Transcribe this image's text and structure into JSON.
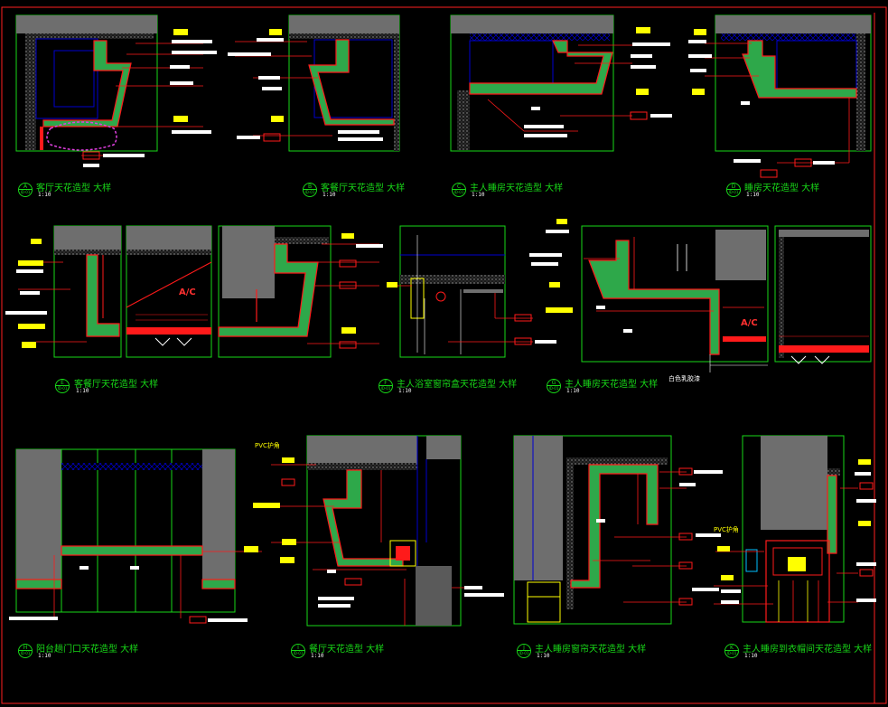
{
  "drawing": {
    "colors": {
      "background": "#000000",
      "frame": "#18d818",
      "structure": "#0000d0",
      "leader": "#ff1a1a",
      "finish": "#2ea84a",
      "concrete": "#6e6e6e",
      "tag": "#ffff00",
      "label": "#ffffff"
    },
    "details": [
      {
        "id": "a",
        "letter": "A",
        "sheet": "ID-01",
        "title": "客厅天花造型 大样",
        "scale": "1:10"
      },
      {
        "id": "b",
        "letter": "B",
        "sheet": "ID-01",
        "title": "客餐厅天花造型 大样",
        "scale": "1:10"
      },
      {
        "id": "c",
        "letter": "C",
        "sheet": "ID-01",
        "title": "主人睡房天花造型 大样",
        "scale": "1:10"
      },
      {
        "id": "d",
        "letter": "D",
        "sheet": "ID-01",
        "title": "睡房天花造型 大样",
        "scale": "1:10"
      },
      {
        "id": "e",
        "letter": "E",
        "sheet": "ID-01",
        "title": "客餐厅天花造型 大样",
        "scale": "1:10"
      },
      {
        "id": "f",
        "letter": "F",
        "sheet": "ID-01",
        "title": "主人浴室窗帘盒天花造型 大样",
        "scale": "1:10"
      },
      {
        "id": "g",
        "letter": "G",
        "sheet": "ID-01",
        "title": "主人睡房天花造型 大样",
        "scale": "1:10"
      },
      {
        "id": "h",
        "letter": "H",
        "sheet": "ID-01",
        "title": "阳台趟门口天花造型 大样",
        "scale": "1:10"
      },
      {
        "id": "i",
        "letter": "I",
        "sheet": "ID-01",
        "title": "餐厅天花造型 大样",
        "scale": "1:10"
      },
      {
        "id": "j",
        "letter": "J",
        "sheet": "ID-01",
        "title": "主人睡房窗帘天花造型 大样",
        "scale": "1:10"
      },
      {
        "id": "k",
        "letter": "K",
        "sheet": "ID-01",
        "title": "主人睡房到衣帽间天花造型 大样",
        "scale": "1:10"
      }
    ],
    "notes": {
      "ac_e": "A/C",
      "ac_g": "A/C",
      "pvc_i": "PVC护角",
      "pvc_k": "PVC护角",
      "white_g": "白色乳胶漆"
    }
  }
}
